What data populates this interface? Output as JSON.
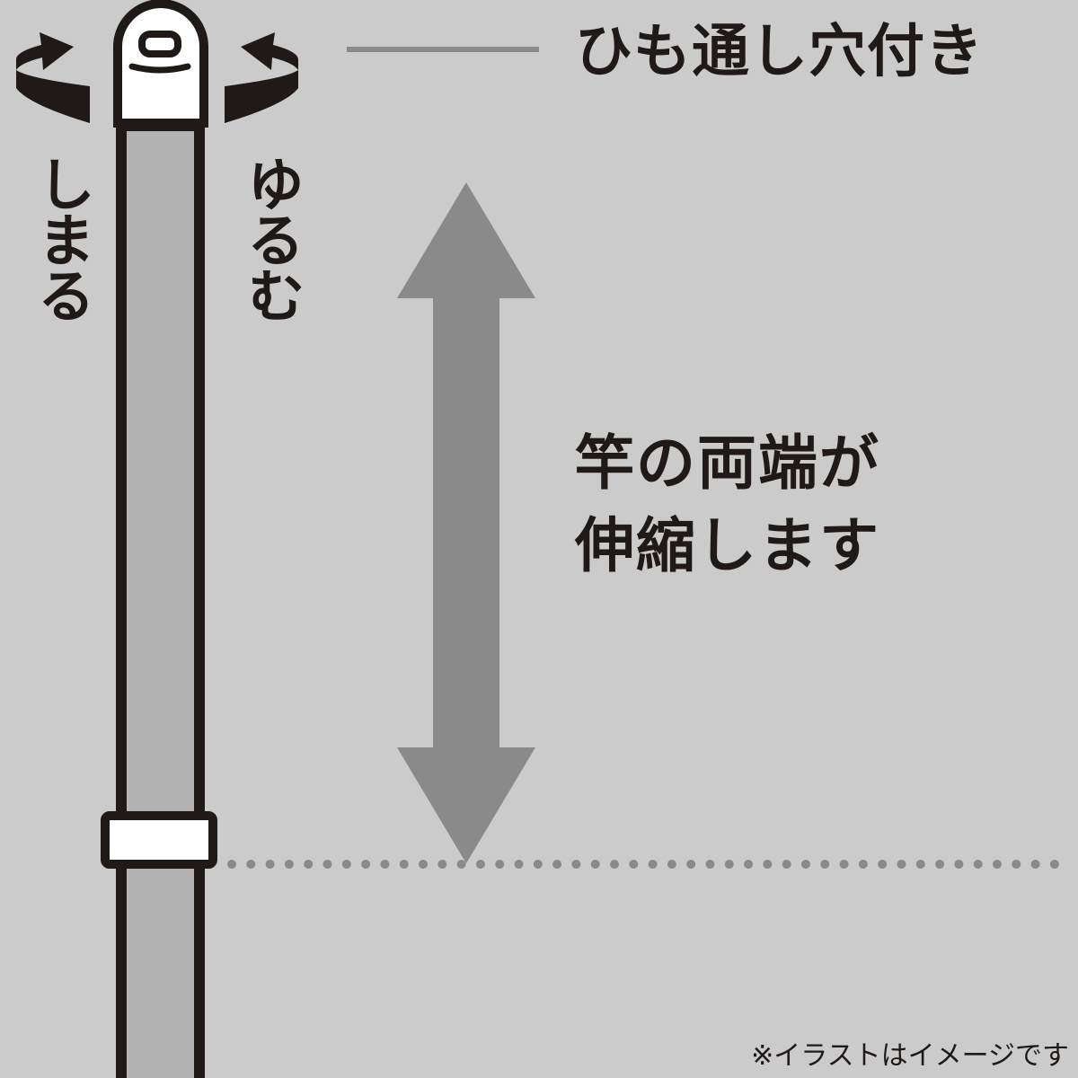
{
  "labels": {
    "hole": "ひも通し穴付き",
    "tighten": "しまる",
    "loosen": "ゆるむ",
    "desc_line1": "竿の両端が",
    "desc_line2": "伸縮します",
    "note": "※イラストはイメージです"
  },
  "colors": {
    "background": "#cbcbcb",
    "pole_fill": "#b3b3b3",
    "outline": "#1f1a17",
    "cap": "#ffffff",
    "arrow": "#8a8a8a",
    "leader_line": "#8a8a8a",
    "dotted_line": "#8a8a8a"
  },
  "icons": {
    "rotate_left": "rotate-left-arrow-icon",
    "rotate_right": "rotate-right-arrow-icon",
    "extend": "double-vertical-arrow-icon"
  }
}
